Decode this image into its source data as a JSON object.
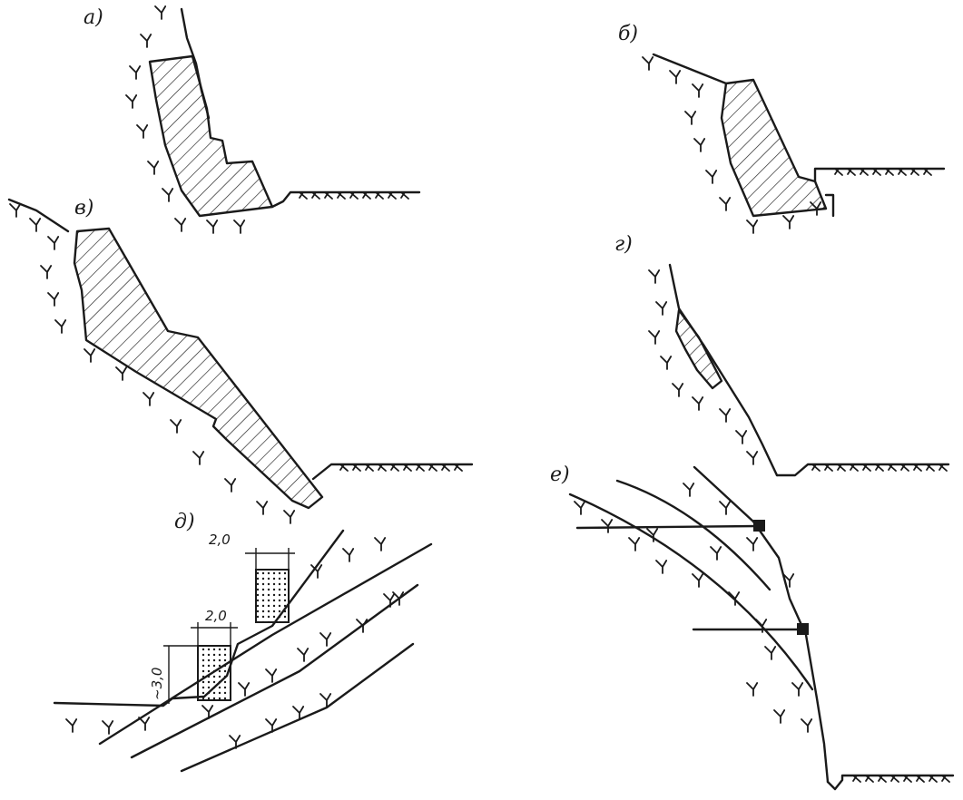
{
  "panels": {
    "a": {
      "label": "а)"
    },
    "b": {
      "label": "б)"
    },
    "v": {
      "label": "в)"
    },
    "g": {
      "label": "г)"
    },
    "d": {
      "label": "д)",
      "dim_width_top": "2,0",
      "dim_width_bottom": "2,0",
      "dim_height": "~3,0"
    },
    "e": {
      "label": "е)"
    }
  },
  "colors": {
    "ink": "#1a1a1a",
    "background": "#ffffff"
  }
}
